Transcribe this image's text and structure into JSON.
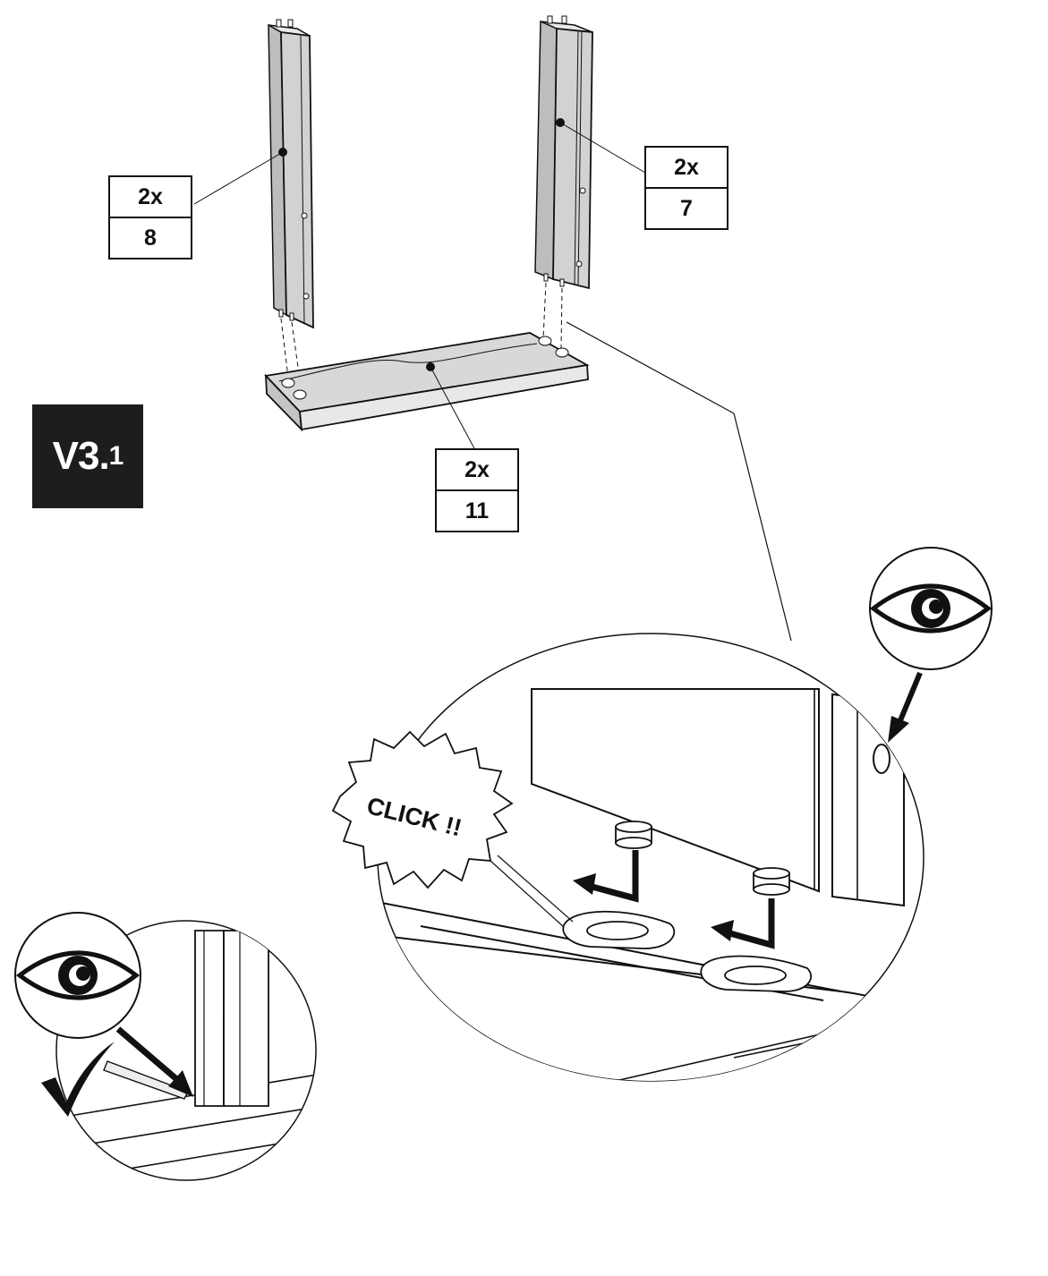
{
  "step": {
    "major": "V3.",
    "minor": "1"
  },
  "parts": [
    {
      "id": "part-8",
      "qty": "2x",
      "number": "8"
    },
    {
      "id": "part-7",
      "qty": "2x",
      "number": "7"
    },
    {
      "id": "part-11",
      "qty": "2x",
      "number": "11"
    }
  ],
  "callout_text": "CLICK !!",
  "icons": [
    "eye-icon",
    "eye-icon",
    "checkmark-icon",
    "arrow-icon"
  ],
  "colors": {
    "ink": "#111111",
    "panel_fill": "#dcdcdc",
    "badge": "#1d1d1d",
    "paper": "#ffffff"
  }
}
